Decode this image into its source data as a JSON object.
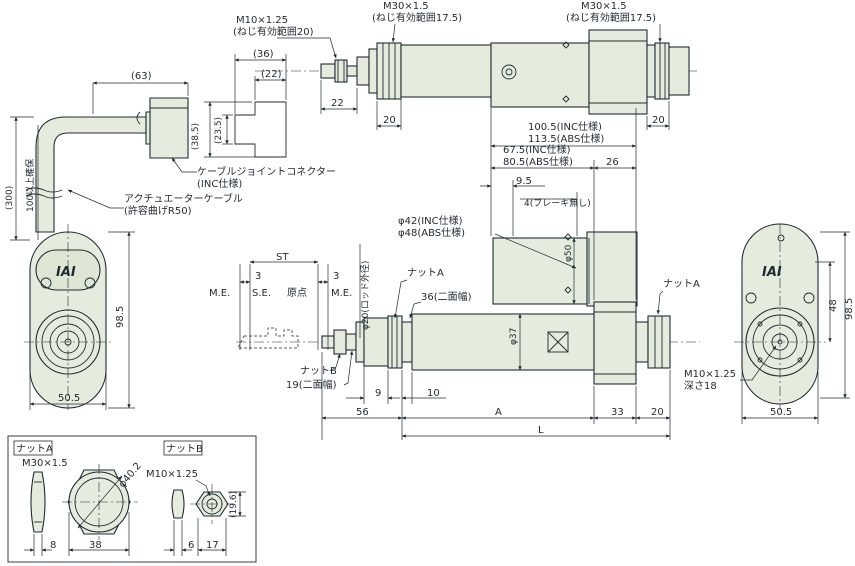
{
  "top": {
    "m10_thread": "M10×1.25",
    "m10_range": "(ねじ有効範囲20)",
    "m30_thread_left": "M30×1.5",
    "m30_range_left": "(ねじ有効範囲17.5)",
    "m30_thread_right": "M30×1.5",
    "m30_range_right": "(ねじ有効範囲17.5)",
    "dim_22": "22",
    "dim_20_left": "20",
    "dim_20_right": "20"
  },
  "connector": {
    "dim_36": "(36)",
    "dim_22": "(22)",
    "dim_38_5": "(38.5)",
    "dim_23_5": "(23.5)",
    "connector_label_1": "ケーブルジョイントコネクター",
    "connector_label_2": "(INC仕様)"
  },
  "cable": {
    "dim_63": "(63)",
    "dim_300": "(300)",
    "bend_note": "100以上確保",
    "cable_label_1": "アクチュエーターケーブル",
    "cable_label_2": "(許容曲げR50)"
  },
  "left_view": {
    "logo": "IAI",
    "dim_98_5": "98.5",
    "dim_50_5": "50.5"
  },
  "main": {
    "len_inc": "100.5(INC仕様)",
    "len_abs": "113.5(ABS仕様)",
    "len2_inc": "67.5(INC仕様)",
    "len2_abs": "80.5(ABS仕様)",
    "dim_26": "26",
    "dim_9_5": "9.5",
    "no_brake": "4(ブレーキ無し)",
    "phi42": "φ42(INC仕様)",
    "phi48": "φ48(ABS仕様)",
    "phi50": "φ50",
    "phi37": "φ37",
    "phi20": "φ20(ロッド外径)",
    "nut_a": "ナットA",
    "nut_a_right": "ナットA",
    "nut_b": "ナットB",
    "across_36": "36(二面幅)",
    "across_19": "19(二面幅)",
    "st": "ST",
    "me_left": "M.E.",
    "se": "S.E.",
    "origin": "原点",
    "me_right": "M.E.",
    "three_left": "3",
    "three_right": "3",
    "dim_9": "9",
    "dim_10": "10",
    "dim_56": "56",
    "dim_a": "A",
    "dim_33": "33",
    "dim_20": "20",
    "dim_l": "L"
  },
  "right_view": {
    "logo": "IAI",
    "dim_48": "48",
    "dim_98_5": "98.5",
    "m10_thread": "M10×1.25",
    "m10_depth": "深さ18",
    "dim_50_5": "50.5"
  },
  "inset": {
    "nut_a_title": "ナットA",
    "nut_a_thread": "M30×1.5",
    "nut_a_phi": "φ40.2",
    "nut_a_w": "8",
    "nut_a_across": "38",
    "nut_b_title": "ナットB",
    "nut_b_thread": "M10×1.25",
    "nut_b_w": "6",
    "nut_b_across": "17",
    "nut_b_corner": "(19.6)"
  }
}
